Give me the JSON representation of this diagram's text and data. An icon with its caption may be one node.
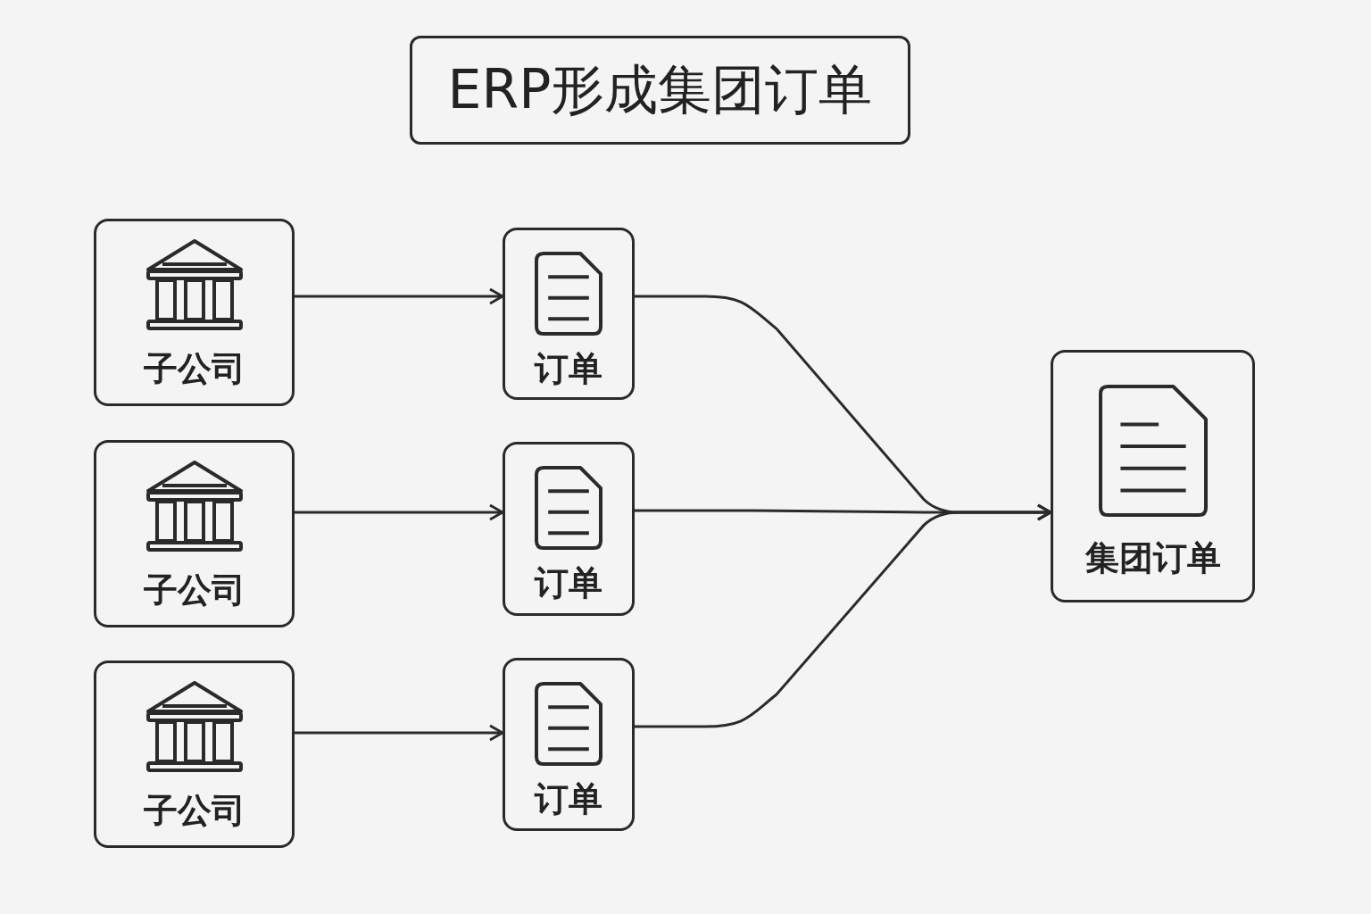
{
  "diagram": {
    "title": "ERP形成集团订单",
    "nodes": [
      {
        "text": [
          "子公司"
        ]
      },
      {
        "text": [
          "子公司"
        ]
      },
      {
        "text": [
          "子公司"
        ]
      },
      {
        "text": [
          "订单"
        ]
      },
      {
        "text": [
          "订单"
        ]
      },
      {
        "text": [
          "订单"
        ]
      },
      {
        "text": [
          "集团订单"
        ]
      }
    ],
    "edges": [
      {
        "from": 0,
        "to": 3,
        "arrow": "to"
      },
      {
        "from": 1,
        "to": 4,
        "arrow": "to"
      },
      {
        "from": 2,
        "to": 5,
        "arrow": "to"
      },
      {
        "from": 3,
        "to": 6,
        "arrow": "to"
      },
      {
        "from": 4,
        "to": 6,
        "arrow": "to"
      },
      {
        "from": 5,
        "to": 6,
        "arrow": "to"
      }
    ]
  }
}
